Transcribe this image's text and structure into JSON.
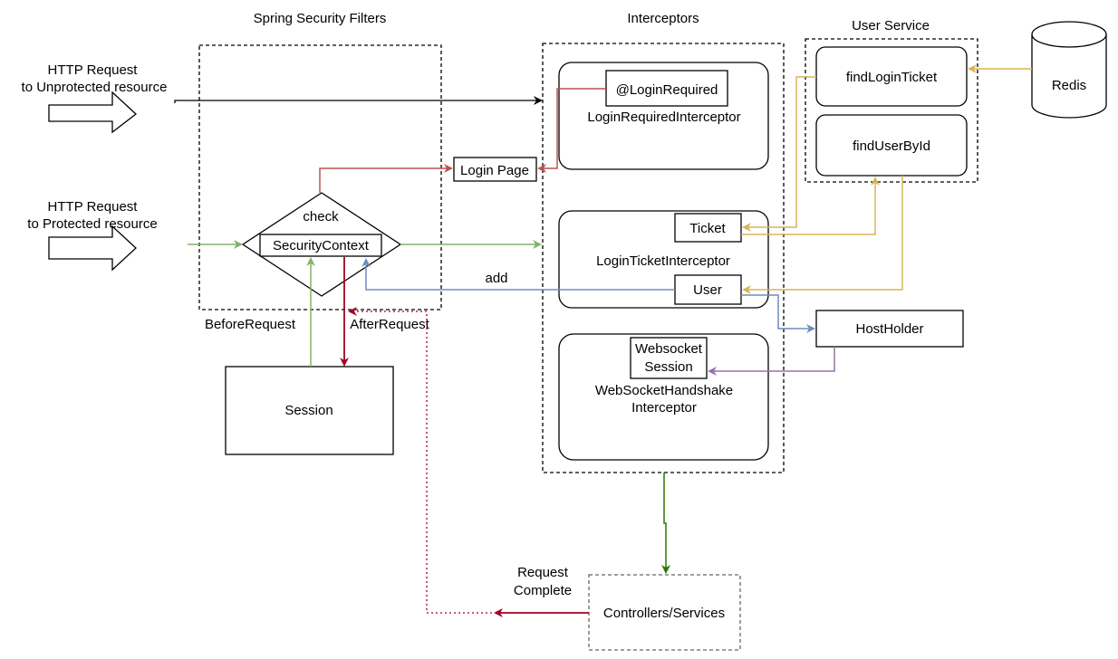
{
  "sections": {
    "spring_security_filters": "Spring Security Filters",
    "interceptors": "Interceptors",
    "user_service": "User Service"
  },
  "inputs": {
    "unprotected": [
      "HTTP Request",
      "to Unprotected resource"
    ],
    "protected": [
      "HTTP Request",
      "to Protected resource"
    ]
  },
  "security": {
    "check": "check",
    "security_context": "SecurityContext",
    "before_request": "BeforeRequest",
    "after_request": "AfterRequest",
    "session": "Session",
    "login_page": "Login Page",
    "add": "add"
  },
  "interceptors": {
    "login_required_annotation": "@LoginRequired",
    "login_required": "LoginRequiredInterceptor",
    "ticket": "Ticket",
    "login_ticket": "LoginTicketInterceptor",
    "user": "User",
    "websocket_session": [
      "Websocket",
      "Session"
    ],
    "websocket_handshake": [
      "WebSocketHandshake",
      "Interceptor"
    ]
  },
  "user_service": {
    "find_login_ticket": "findLoginTicket",
    "find_user_by_id": "findUserById",
    "redis": "Redis",
    "host_holder": "HostHolder"
  },
  "downstream": {
    "controllers": "Controllers/Services",
    "request_complete": [
      "Request",
      "Complete"
    ]
  },
  "colors": {
    "black": "#000000",
    "red": "#b85450",
    "green": "#82b366",
    "blue": "#6c8ebf",
    "gold": "#d6b656",
    "purple": "#9673a6",
    "maroon": "#a20025",
    "dark_green": "#2d7600",
    "box_border": "#000000",
    "dashed_gray": "#666666"
  }
}
